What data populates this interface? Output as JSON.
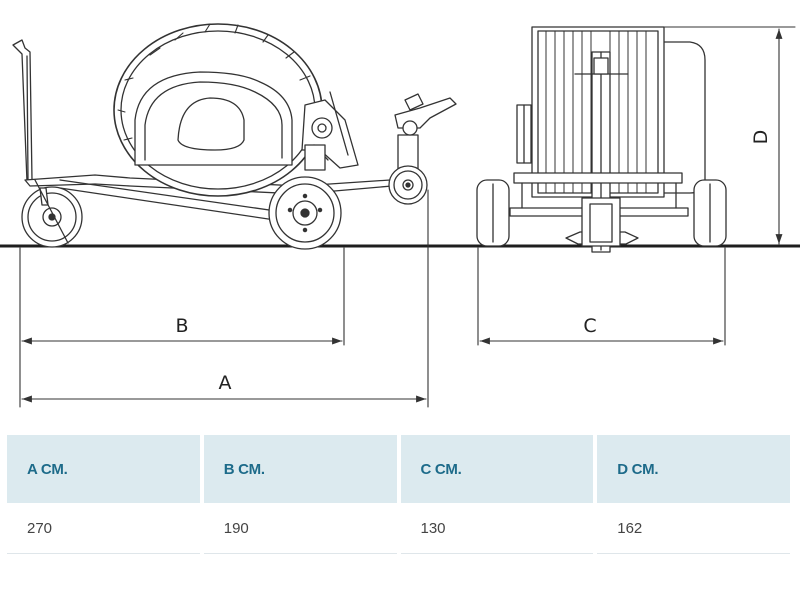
{
  "dimension_labels": {
    "a": "A",
    "b": "B",
    "c": "C",
    "d": "D"
  },
  "spec_table": {
    "headers": [
      "A CM.",
      "B CM.",
      "C CM.",
      "D CM."
    ],
    "values": [
      "270",
      "190",
      "130",
      "162"
    ]
  }
}
